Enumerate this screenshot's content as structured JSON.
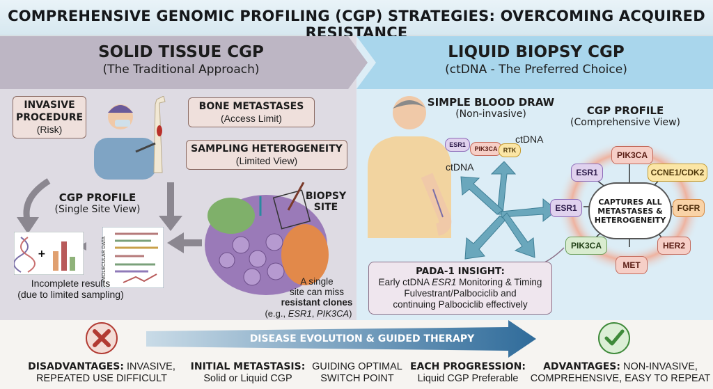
{
  "title": "COMPREHENSIVE GENOMIC PROFILING (CGP) STRATEGIES: OVERCOMING ACQUIRED RESISTANCE",
  "left": {
    "heading": "SOLID TISSUE CGP",
    "subheading": "(The Traditional Approach)",
    "invasive": {
      "title": "INVASIVE PROCEDURE",
      "sub": "(Risk)"
    },
    "bone": {
      "title": "BONE METASTASES",
      "sub": "(Access Limit)"
    },
    "sampling": {
      "title": "SAMPLING HETEROGENEITY",
      "sub": "(Limited View)"
    },
    "cgp": {
      "title": "CGP PROFILE",
      "sub": "(Single Site View)"
    },
    "biopsy": "BIOPSY SITE",
    "molecular_label": "MOLECULAR DATA",
    "incomplete": {
      "line1": "Incomplete results",
      "line2": "(due to limited sampling)"
    },
    "miss": {
      "line1": "A single",
      "line2": "site can miss",
      "bold": "resistant clones",
      "eg_pre": "(e.g., ",
      "eg1": "ESR1",
      "eg_sep": ", ",
      "eg2": "PIK3CA",
      "eg_post": ")"
    }
  },
  "right": {
    "heading": "LIQUID BIOPSY CGP",
    "subheading": "(ctDNA - The Preferred Choice)",
    "blood": {
      "title": "SIMPLE BLOOD DRAW",
      "sub": "(Non-invasive)"
    },
    "ctdna1": "ctDNA",
    "ctdna2": "ctDNA",
    "cgp": {
      "title": "CGP PROFILE",
      "sub": "(Comprehensive View)"
    },
    "frag": {
      "esr1": "ESR1",
      "pik3ca": "PIK3CA",
      "rtk": "RTK"
    },
    "center": "CAPTURES ALL METASTASES & HETEROGENEITY",
    "genes": {
      "pik3ca_top": "PIK3CA",
      "esr1_top": "ESR1",
      "ccne": "CCNE1/CDK2",
      "esr1_left": "ESR1",
      "fgfr": "FGFR",
      "pik3ca_low": "PIK3CA",
      "her2": "HER2",
      "met": "MET"
    },
    "insight": {
      "title": "PADA-1 INSIGHT:",
      "line1_pre": "Early ctDNA ",
      "line1_gene": "ESR1",
      "line1_post": " Monitoring & Timing",
      "line2": "Fulvestrant/Palbociclib and",
      "line3": "continuing Palbociclib effectively"
    }
  },
  "timeline": "DISEASE EVOLUTION & GUIDED THERAPY",
  "bottom": {
    "dis_bold": "DISADVANTAGES:",
    "dis_rest": " INVASIVE,",
    "dis_line2": "REPEATED USE DIFFICULT",
    "init_bold": "INITIAL METASTASIS:",
    "init_line2": "Solid or Liquid CGP",
    "guide_line1": "GUIDING OPTIMAL",
    "guide_line2": "SWITCH POINT",
    "each_bold": "EACH PROGRESSION:",
    "each_line2": "Liquid CGP Preferable",
    "adv_bold": "ADVANTAGES:",
    "adv_rest": " NON-INVASIVE,",
    "adv_line2": "COMPREHENSIVE, EASY TO REPEAT"
  },
  "colors": {
    "timeline_blue": "#2f6b9a",
    "cross_red": "#b23a32",
    "check_green": "#3f8a3a"
  }
}
